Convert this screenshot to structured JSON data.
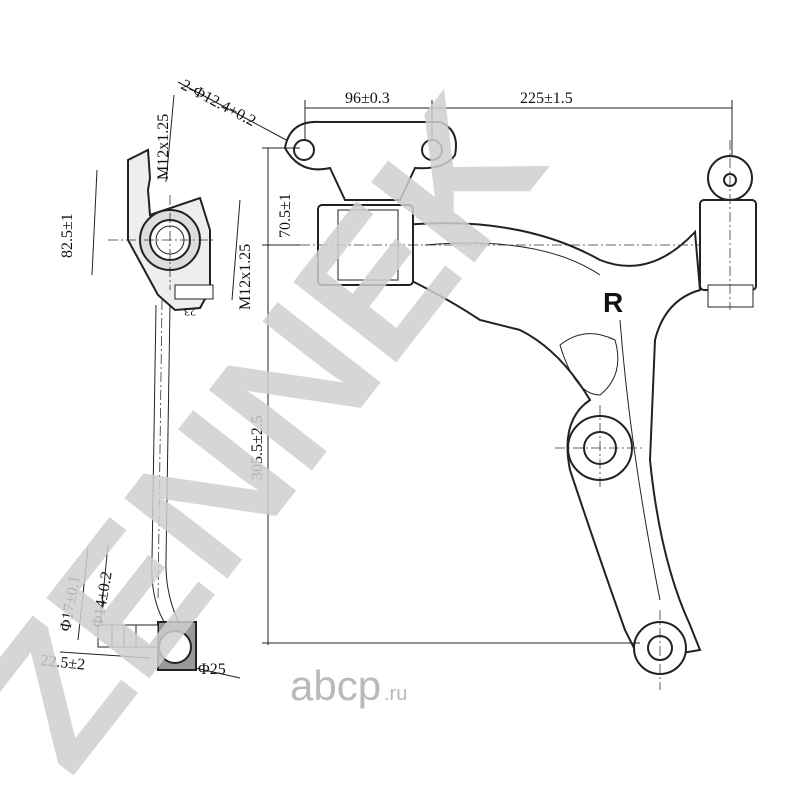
{
  "watermark": {
    "text": "ZENNEK",
    "color": "#cfcfcf"
  },
  "logo": {
    "main": "abcp",
    "suffix": ".ru"
  },
  "side_view": {
    "hole_spec": "2-Φ12.4+0.2",
    "thread_top": "M12x1.25",
    "thread_mid": "M12x1.25",
    "height": "82.5±1",
    "small_dim": "23",
    "dia_outer": "Φ17±0.1",
    "dia_inner": "Φ14±0.2",
    "length": "22.5±2",
    "ball_dia": "Φ25"
  },
  "top_view": {
    "dim_left": "96±0.3",
    "dim_right": "225±1.5",
    "dim_bushing": "70.5±1",
    "dim_total": "305.5±2.5",
    "side_label": "R"
  }
}
